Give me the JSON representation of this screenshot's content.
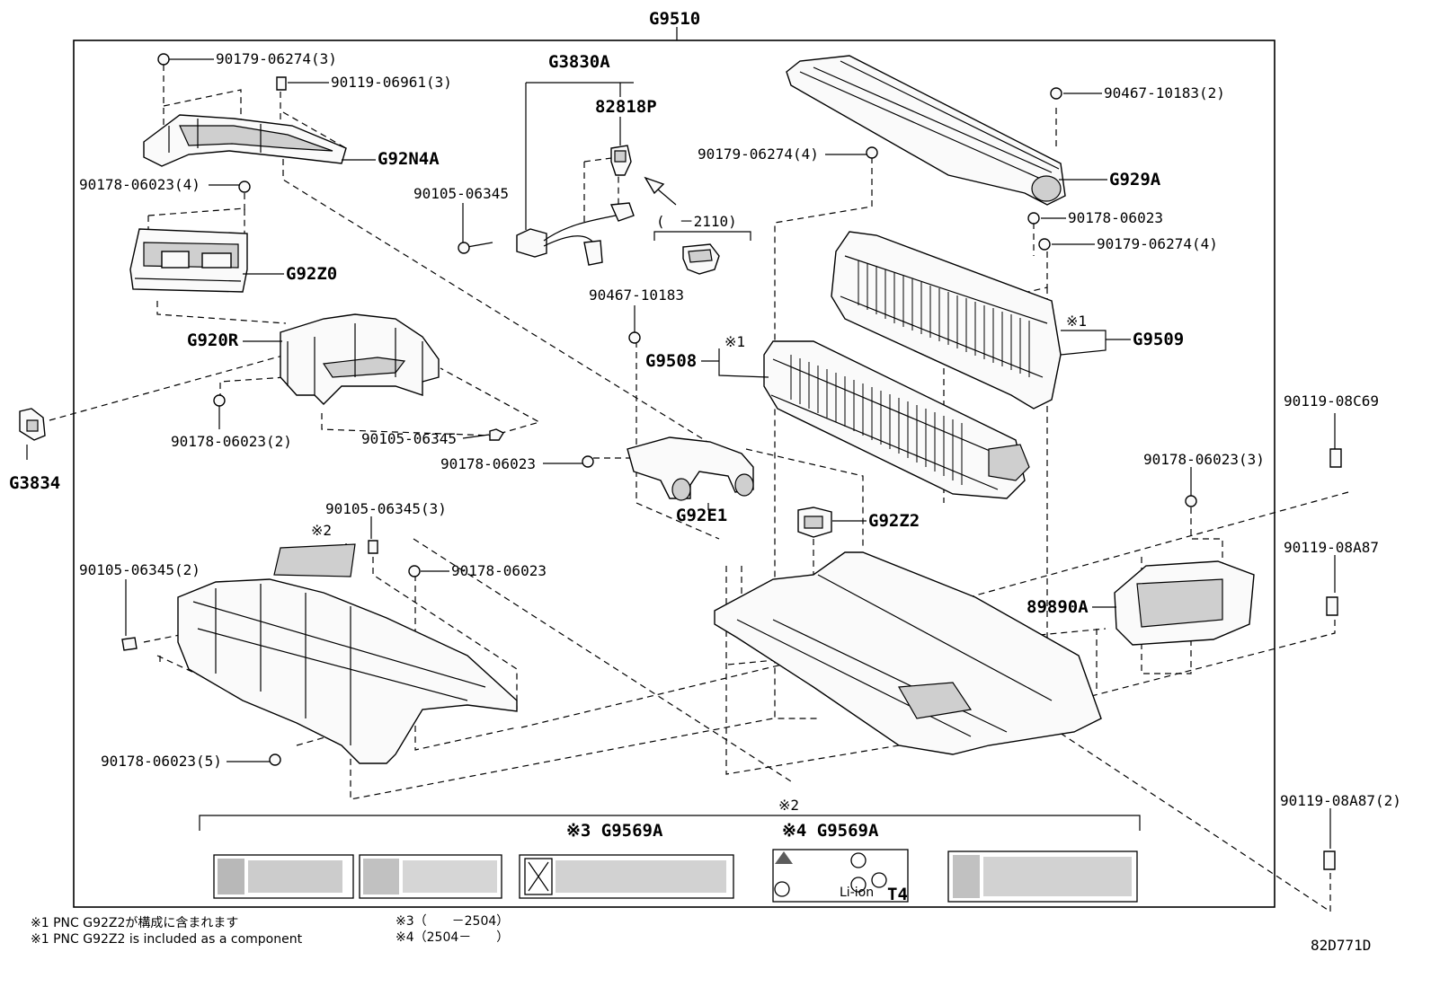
{
  "diagram": {
    "main_assembly": "G9510",
    "drawing_number": "82D771D",
    "callouts": [
      {
        "id": "c01",
        "text": "90179-06274(3)"
      },
      {
        "id": "c02",
        "text": "90119-06961(3)"
      },
      {
        "id": "c03",
        "text": "G92N4A"
      },
      {
        "id": "c04",
        "text": "90178-06023(4)"
      },
      {
        "id": "c05",
        "text": "G92Z0"
      },
      {
        "id": "c06",
        "text": "G920R"
      },
      {
        "id": "c07",
        "text": "90178-06023(2)"
      },
      {
        "id": "c08",
        "text": "G3834"
      },
      {
        "id": "c09",
        "text": "90105-06345"
      },
      {
        "id": "c10",
        "text": "90178-06023"
      },
      {
        "id": "c11",
        "text": "G3830A"
      },
      {
        "id": "c12",
        "text": "82818P"
      },
      {
        "id": "c13",
        "text": "90105-06345"
      },
      {
        "id": "c14",
        "text": "(　－2110)"
      },
      {
        "id": "c15",
        "text": "90467-10183"
      },
      {
        "id": "c16",
        "text": "G92E1"
      },
      {
        "id": "c17",
        "text": "90179-06274(4)"
      },
      {
        "id": "c18",
        "text": "90467-10183(2)"
      },
      {
        "id": "c19",
        "text": "G929A"
      },
      {
        "id": "c20",
        "text": "90178-06023"
      },
      {
        "id": "c21",
        "text": "90179-06274(4)"
      },
      {
        "id": "c22",
        "text": "※1"
      },
      {
        "id": "c23",
        "text": "G9509"
      },
      {
        "id": "c24",
        "text": "G9508"
      },
      {
        "id": "c25",
        "text": "※1"
      },
      {
        "id": "c26",
        "text": "G92Z2"
      },
      {
        "id": "c27",
        "text": "90119-08C69"
      },
      {
        "id": "c28",
        "text": "90178-06023(3)"
      },
      {
        "id": "c29",
        "text": "90119-08A87"
      },
      {
        "id": "c30",
        "text": "89890A"
      },
      {
        "id": "c31",
        "text": "90105-06345(3)"
      },
      {
        "id": "c32",
        "text": "※2"
      },
      {
        "id": "c33",
        "text": "90178-06023"
      },
      {
        "id": "c34",
        "text": "90105-06345(2)"
      },
      {
        "id": "c35",
        "text": "90178-06023(5)"
      },
      {
        "id": "c36",
        "text": "90119-08A87(2)"
      },
      {
        "id": "c37",
        "text": "※2"
      },
      {
        "id": "c38",
        "text": "※3 G9569A"
      },
      {
        "id": "c39",
        "text": "※4 G9569A"
      }
    ],
    "decal_text": {
      "liion": "Li-ion",
      "t4": "T4"
    },
    "notes": [
      "※1 PNC G92Z2が構成に含まれます",
      "※1 PNC G92Z2 is included as a component",
      "※3（　　－2504）",
      "※4（2504－　　）"
    ]
  }
}
